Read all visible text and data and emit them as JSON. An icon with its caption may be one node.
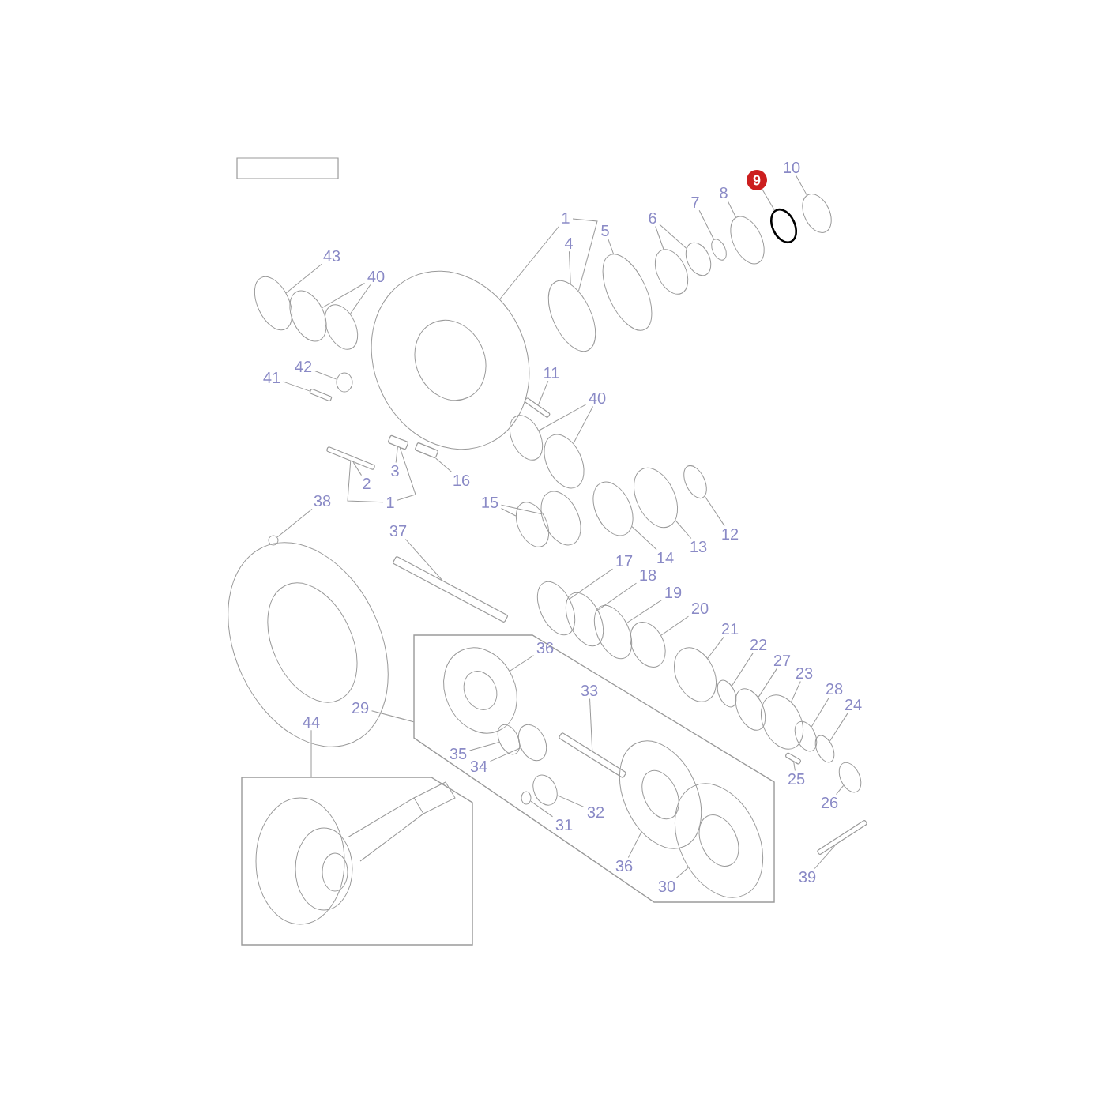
{
  "diagram": {
    "nodes": [
      {
        "text": [
          "10"
        ]
      },
      {
        "text": [
          "9"
        ]
      },
      {
        "text": [
          "8"
        ]
      },
      {
        "text": [
          "7"
        ]
      },
      {
        "text": [
          "6"
        ]
      },
      {
        "text": [
          "1"
        ]
      },
      {
        "text": [
          "5"
        ]
      },
      {
        "text": [
          "4"
        ]
      },
      {
        "text": [
          "43"
        ]
      },
      {
        "text": [
          "40"
        ]
      },
      {
        "text": [
          "11"
        ]
      },
      {
        "text": [
          "42"
        ]
      },
      {
        "text": [
          "41"
        ]
      },
      {
        "text": [
          "40"
        ]
      },
      {
        "text": [
          "3"
        ]
      },
      {
        "text": [
          "16"
        ]
      },
      {
        "text": [
          "2"
        ]
      },
      {
        "text": [
          "38"
        ]
      },
      {
        "text": [
          "1"
        ]
      },
      {
        "text": [
          "15"
        ]
      },
      {
        "text": [
          "12"
        ]
      },
      {
        "text": [
          "37"
        ]
      },
      {
        "text": [
          "13"
        ]
      },
      {
        "text": [
          "14"
        ]
      },
      {
        "text": [
          "17"
        ]
      },
      {
        "text": [
          "18"
        ]
      },
      {
        "text": [
          "19"
        ]
      },
      {
        "text": [
          "20"
        ]
      },
      {
        "text": [
          "21"
        ]
      },
      {
        "text": [],
        "shape": "box"
      },
      {
        "text": [
          "36"
        ],
        "in": 29
      },
      {
        "text": [
          "22"
        ]
      },
      {
        "text": [
          "27"
        ]
      },
      {
        "text": [
          "23"
        ]
      },
      {
        "text": [
          "28"
        ]
      },
      {
        "text": [
          "33"
        ],
        "in": 29
      },
      {
        "text": [
          "24"
        ]
      },
      {
        "text": [
          "29"
        ]
      },
      {
        "text": [
          "44"
        ]
      },
      {
        "text": [
          "35"
        ],
        "in": 29
      },
      {
        "text": [
          "34"
        ],
        "in": 29
      },
      {
        "text": [],
        "shape": "box"
      },
      {
        "text": [
          "25"
        ]
      },
      {
        "text": [
          "26"
        ]
      },
      {
        "text": [
          "32"
        ],
        "in": 29
      },
      {
        "text": [
          "31"
        ],
        "in": 29
      },
      {
        "text": [
          "36"
        ],
        "in": 29
      },
      {
        "text": [
          "39"
        ]
      },
      {
        "text": [
          "30"
        ],
        "in": 29
      },
      {
        "text": [],
        "shape": "picture"
      },
      {
        "text": [],
        "shape": "picture"
      },
      {
        "text": [],
        "shape": "picture"
      },
      {
        "text": [],
        "shape": "picture"
      },
      {
        "text": [],
        "shape": "picture"
      },
      {
        "text": [],
        "shape": "picture"
      },
      {
        "text": [],
        "shape": "picture"
      },
      {
        "text": [],
        "shape": "picture"
      },
      {
        "text": [],
        "shape": "picture"
      },
      {
        "text": [],
        "shape": "picture"
      },
      {
        "text": [],
        "shape": "picture"
      },
      {
        "text": [],
        "shape": "picture"
      },
      {
        "text": [],
        "shape": "circle"
      },
      {
        "text": [],
        "shape": "picture"
      },
      {
        "text": [],
        "shape": "picture"
      },
      {
        "text": [],
        "shape": "picture"
      },
      {
        "text": [],
        "shape": "picture"
      },
      {
        "text": [],
        "shape": "picture"
      },
      {
        "text": [],
        "shape": "picture"
      },
      {
        "text": [],
        "shape": "picture"
      },
      {
        "text": [],
        "shape": "picture"
      },
      {
        "text": [],
        "shape": "picture"
      },
      {
        "text": [],
        "shape": "picture"
      },
      {
        "text": [],
        "shape": "picture"
      },
      {
        "text": [],
        "shape": "picture"
      },
      {
        "text": [],
        "shape": "circle"
      },
      {
        "text": [],
        "shape": "picture"
      },
      {
        "text": [],
        "shape": "picture"
      },
      {
        "text": [],
        "shape": "picture"
      },
      {
        "text": [],
        "shape": "picture"
      },
      {
        "text": [],
        "shape": "picture"
      },
      {
        "text": [],
        "shape": "picture"
      },
      {
        "text": [],
        "shape": "picture",
        "in": 29
      },
      {
        "text": [],
        "shape": "picture"
      },
      {
        "text": [],
        "shape": "picture"
      },
      {
        "text": [],
        "shape": "picture"
      },
      {
        "text": [],
        "shape": "picture",
        "in": 29
      },
      {
        "text": [],
        "shape": "picture",
        "in": 29
      },
      {
        "text": [],
        "shape": "picture"
      },
      {
        "text": [],
        "shape": "picture"
      },
      {
        "text": [],
        "shape": "picture",
        "in": 29
      },
      {
        "text": [],
        "shape": "picture"
      },
      {
        "text": [],
        "shape": "picture"
      },
      {
        "text": [],
        "shape": "picture",
        "in": 29
      },
      {
        "text": [],
        "shape": "circle",
        "in": 29
      },
      {
        "text": [],
        "shape": "picture",
        "in": 29
      },
      {
        "text": [],
        "shape": "picture"
      },
      {
        "text": [],
        "shape": "picture",
        "in": 29
      }
    ],
    "edges": [
      {
        "from": 0,
        "to": 49,
        "arrow": "none"
      },
      {
        "from": 1,
        "to": 50,
        "arrow": "none"
      },
      {
        "from": 2,
        "to": 51,
        "arrow": "none"
      },
      {
        "from": 3,
        "to": 52,
        "arrow": "none"
      },
      {
        "from": 4,
        "to": 53,
        "arrow": "none"
      },
      {
        "from": 4,
        "to": 54,
        "arrow": "none"
      },
      {
        "from": 5,
        "to": 60,
        "arrow": "none"
      },
      {
        "from": 5,
        "to": 56,
        "arrow": "none"
      },
      {
        "from": 6,
        "to": 55,
        "arrow": "none"
      },
      {
        "from": 7,
        "to": 56,
        "arrow": "none"
      },
      {
        "from": 8,
        "to": 57,
        "arrow": "none"
      },
      {
        "from": 9,
        "to": 58,
        "arrow": "none"
      },
      {
        "from": 9,
        "to": 59,
        "arrow": "none"
      },
      {
        "from": 10,
        "to": 63,
        "arrow": "none"
      },
      {
        "from": 11,
        "to": 61,
        "arrow": "none"
      },
      {
        "from": 12,
        "to": 62,
        "arrow": "none"
      },
      {
        "from": 13,
        "to": 64,
        "arrow": "none"
      },
      {
        "from": 13,
        "to": 65,
        "arrow": "none"
      },
      {
        "from": 14,
        "to": 67,
        "arrow": "none"
      },
      {
        "from": 15,
        "to": 68,
        "arrow": "none"
      },
      {
        "from": 16,
        "to": 66,
        "arrow": "none"
      },
      {
        "from": 17,
        "to": 74,
        "arrow": "none"
      },
      {
        "from": 18,
        "to": 66,
        "arrow": "none"
      },
      {
        "from": 18,
        "to": 67,
        "arrow": "none"
      },
      {
        "from": 19,
        "to": 69,
        "arrow": "none"
      },
      {
        "from": 19,
        "to": 70,
        "arrow": "none"
      },
      {
        "from": 20,
        "to": 73,
        "arrow": "none"
      },
      {
        "from": 21,
        "to": 75,
        "arrow": "none"
      },
      {
        "from": 22,
        "to": 72,
        "arrow": "none"
      },
      {
        "from": 23,
        "to": 71,
        "arrow": "none"
      },
      {
        "from": 24,
        "to": 76,
        "arrow": "none"
      },
      {
        "from": 25,
        "to": 77,
        "arrow": "none"
      },
      {
        "from": 26,
        "to": 78,
        "arrow": "none"
      },
      {
        "from": 27,
        "to": 79,
        "arrow": "none"
      },
      {
        "from": 28,
        "to": 80,
        "arrow": "none"
      },
      {
        "from": 30,
        "to": 81,
        "arrow": "none"
      },
      {
        "from": 31,
        "to": 82,
        "arrow": "none"
      },
      {
        "from": 32,
        "to": 83,
        "arrow": "none"
      },
      {
        "from": 33,
        "to": 84,
        "arrow": "none"
      },
      {
        "from": 34,
        "to": 87,
        "arrow": "none"
      },
      {
        "from": 35,
        "to": 89,
        "arrow": "none"
      },
      {
        "from": 36,
        "to": 88,
        "arrow": "none"
      },
      {
        "from": 37,
        "to": 29,
        "arrow": "none"
      },
      {
        "from": 38,
        "to": 41,
        "arrow": "none"
      },
      {
        "from": 39,
        "to": 85,
        "arrow": "none"
      },
      {
        "from": 40,
        "to": 86,
        "arrow": "none"
      },
      {
        "from": 42,
        "to": 90,
        "arrow": "none"
      },
      {
        "from": 43,
        "to": 91,
        "arrow": "none"
      },
      {
        "from": 44,
        "to": 92,
        "arrow": "none"
      },
      {
        "from": 45,
        "to": 93,
        "arrow": "none"
      },
      {
        "from": 46,
        "to": 94,
        "arrow": "none"
      },
      {
        "from": 47,
        "to": 95,
        "arrow": "none"
      },
      {
        "from": 48,
        "to": 96,
        "arrow": "none"
      }
    ]
  }
}
